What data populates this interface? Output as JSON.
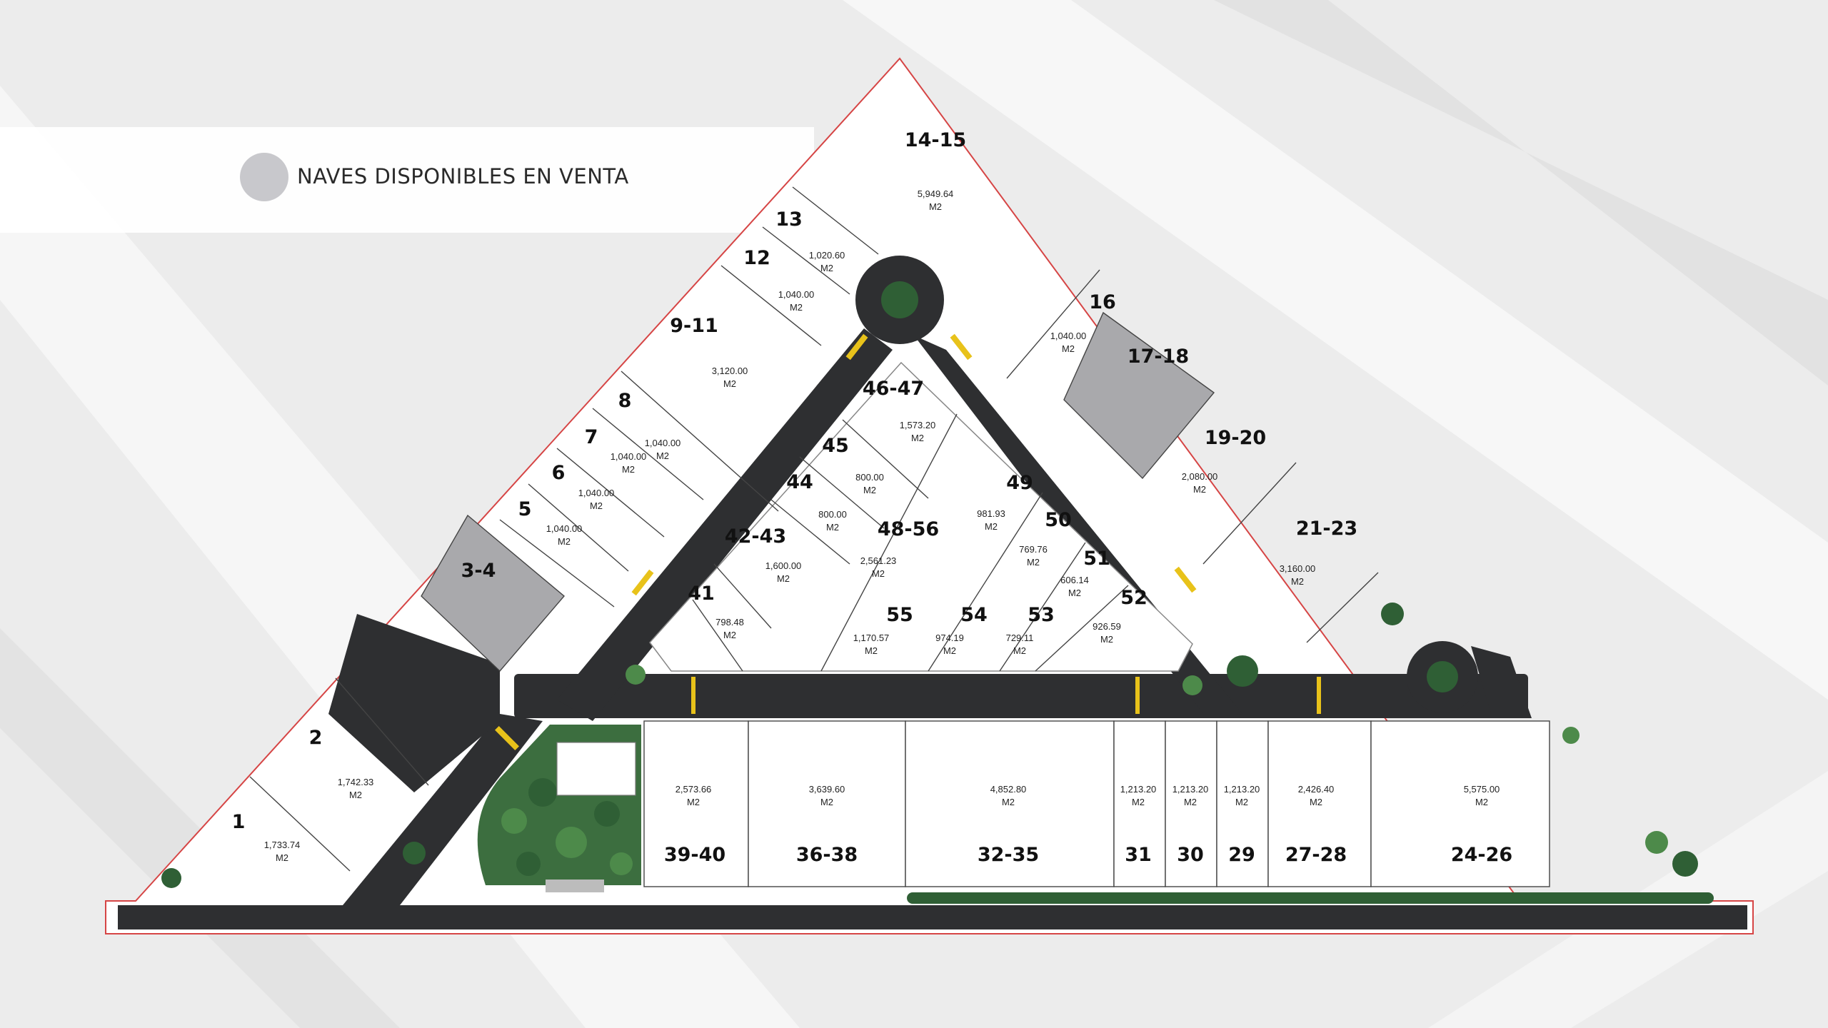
{
  "legend": {
    "label": "NAVES DISPONIBLES EN VENTA",
    "color": "#c8c8cc"
  },
  "colors": {
    "lot": "#ffffff",
    "available": "#a9a9ac",
    "road": "#2e2f31",
    "boundary": "#d64545",
    "vegetation": "#2f5f35",
    "crosswalk": "#e8c21a"
  },
  "lots": [
    {
      "id": "14-15",
      "area": "5,949.64",
      "unit": "M2"
    },
    {
      "id": "13",
      "area": "1,020.60",
      "unit": "M2"
    },
    {
      "id": "12",
      "area": "1,040.00",
      "unit": "M2"
    },
    {
      "id": "9-11",
      "area": "3,120.00",
      "unit": "M2"
    },
    {
      "id": "8",
      "area": "1,040.00",
      "unit": "M2"
    },
    {
      "id": "7",
      "area": "1,040.00",
      "unit": "M2"
    },
    {
      "id": "6",
      "area": "1,040.00",
      "unit": "M2"
    },
    {
      "id": "5",
      "area": "1,040.00",
      "unit": "M2"
    },
    {
      "id": "3-4",
      "area": "",
      "unit": ""
    },
    {
      "id": "2",
      "area": "1,742.33",
      "unit": "M2"
    },
    {
      "id": "1",
      "area": "1,733.74",
      "unit": "M2"
    },
    {
      "id": "16",
      "area": "1,040.00",
      "unit": "M2"
    },
    {
      "id": "17-18",
      "area": "",
      "unit": ""
    },
    {
      "id": "19-20",
      "area": "2,080.00",
      "unit": "M2"
    },
    {
      "id": "21-23",
      "area": "3,160.00",
      "unit": "M2"
    },
    {
      "id": "46-47",
      "area": "1,573.20",
      "unit": "M2"
    },
    {
      "id": "45",
      "area": "800.00",
      "unit": "M2"
    },
    {
      "id": "44",
      "area": "800.00",
      "unit": "M2"
    },
    {
      "id": "42-43",
      "area": "1,600.00",
      "unit": "M2"
    },
    {
      "id": "41",
      "area": "798.48",
      "unit": "M2"
    },
    {
      "id": "48-56",
      "area": "2,561.23",
      "unit": "M2"
    },
    {
      "id": "49",
      "area": "981.93",
      "unit": "M2"
    },
    {
      "id": "50",
      "area": "769.76",
      "unit": "M2"
    },
    {
      "id": "51",
      "area": "606.14",
      "unit": "M2"
    },
    {
      "id": "52",
      "area": "926.59",
      "unit": "M2"
    },
    {
      "id": "53",
      "area": "729.11",
      "unit": "M2"
    },
    {
      "id": "54",
      "area": "974.19",
      "unit": "M2"
    },
    {
      "id": "55",
      "area": "1,170.57",
      "unit": "M2"
    },
    {
      "id": "39-40",
      "area": "2,573.66",
      "unit": "M2"
    },
    {
      "id": "36-38",
      "area": "3,639.60",
      "unit": "M2"
    },
    {
      "id": "32-35",
      "area": "4,852.80",
      "unit": "M2"
    },
    {
      "id": "31",
      "area": "1,213.20",
      "unit": "M2"
    },
    {
      "id": "30",
      "area": "1,213.20",
      "unit": "M2"
    },
    {
      "id": "29",
      "area": "1,213.20",
      "unit": "M2"
    },
    {
      "id": "27-28",
      "area": "2,426.40",
      "unit": "M2"
    },
    {
      "id": "24-26",
      "area": "5,575.00",
      "unit": "M2"
    }
  ]
}
